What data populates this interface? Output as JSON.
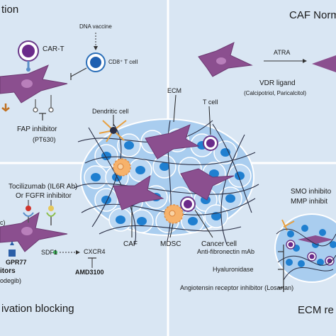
{
  "panels": {
    "top_left_title": "tion",
    "top_right_title": "CAF Norm",
    "bottom_left_title": "ivation blocking",
    "bottom_right_title": "ECM re"
  },
  "top_left": {
    "dna_vaccine": "DNA vaccine",
    "car_t": "CAR-T",
    "cd8_t": "CD8⁺ T cell",
    "fap_inhibitor": "FAP inhibitor",
    "fap_drug": "(PT630)"
  },
  "top_right": {
    "atra": "ATRA",
    "vdr_ligand": "VDR ligand",
    "vdr_drugs": "(Calcipotriol, Paricalcitol)"
  },
  "center": {
    "dendritic_cell": "Dendritic cell",
    "ecm": "ECM",
    "t_cell": "T cell",
    "caf": "CAF",
    "mdsc": "MDSC",
    "cancer_cell": "Cancer cell"
  },
  "bottom_left": {
    "tocilizumab": "Tocilizumab (IL6R Ab)",
    "fgfr": "Or FGFR inhibitor",
    "c_frag": "c)",
    "gpr77": "GPR77",
    "sdf1": "SDF1",
    "cxcr4": "CXCR4",
    "amd3100": "AMD3100",
    "itors": "itors",
    "odegib": "odegib)"
  },
  "bottom_right": {
    "smo": "SMO inhibito",
    "mmp": "MMP inhibit",
    "anti_fibronectin": "Anti-fibronectin mAb",
    "hyaluronidase": "Hyaluronidase",
    "angiotensin": "Angiotensin receptor inhibitor",
    "losartan": "(Losartan)"
  },
  "colors": {
    "background": "#d9e6f3",
    "caf_purple": "#8b4f8f",
    "cancer_blue": "#1f7fd0",
    "tissue": "#a9cdef",
    "mdsc_orange": "#f6b26b",
    "panel_border": "#ffffff"
  }
}
